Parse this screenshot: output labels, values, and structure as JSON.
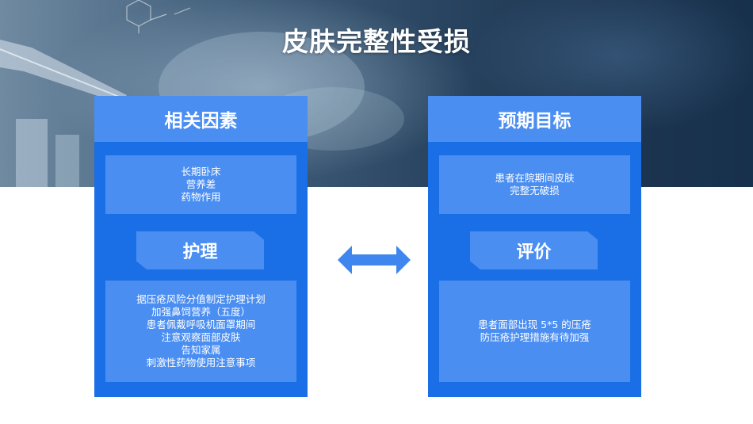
{
  "slide": {
    "title": "皮肤完整性受损"
  },
  "left_panel": {
    "header": "相关因素",
    "factors": [
      "长期卧床",
      "营养差",
      "药物作用"
    ],
    "section_label": "护理",
    "items": [
      "据压疮风险分值制定护理计划",
      "加强鼻饲营养（五度）",
      "患者佩戴呼吸机面罩期间",
      "注意观察面部皮肤",
      "告知家属",
      "刺激性药物使用注意事项"
    ]
  },
  "right_panel": {
    "header": "预期目标",
    "goals": [
      "患者在院期间皮肤",
      "完整无破损"
    ],
    "section_label": "评价",
    "items": [
      "患者面部出现 5*5 的压疮",
      "防压疮护理措施有待加强"
    ]
  },
  "colors": {
    "panel_dark": "#1a6fe6",
    "panel_light": "#4a8ef2",
    "arrow": "#3f86ee"
  },
  "icons": {
    "connector": "double-arrow-icon"
  }
}
